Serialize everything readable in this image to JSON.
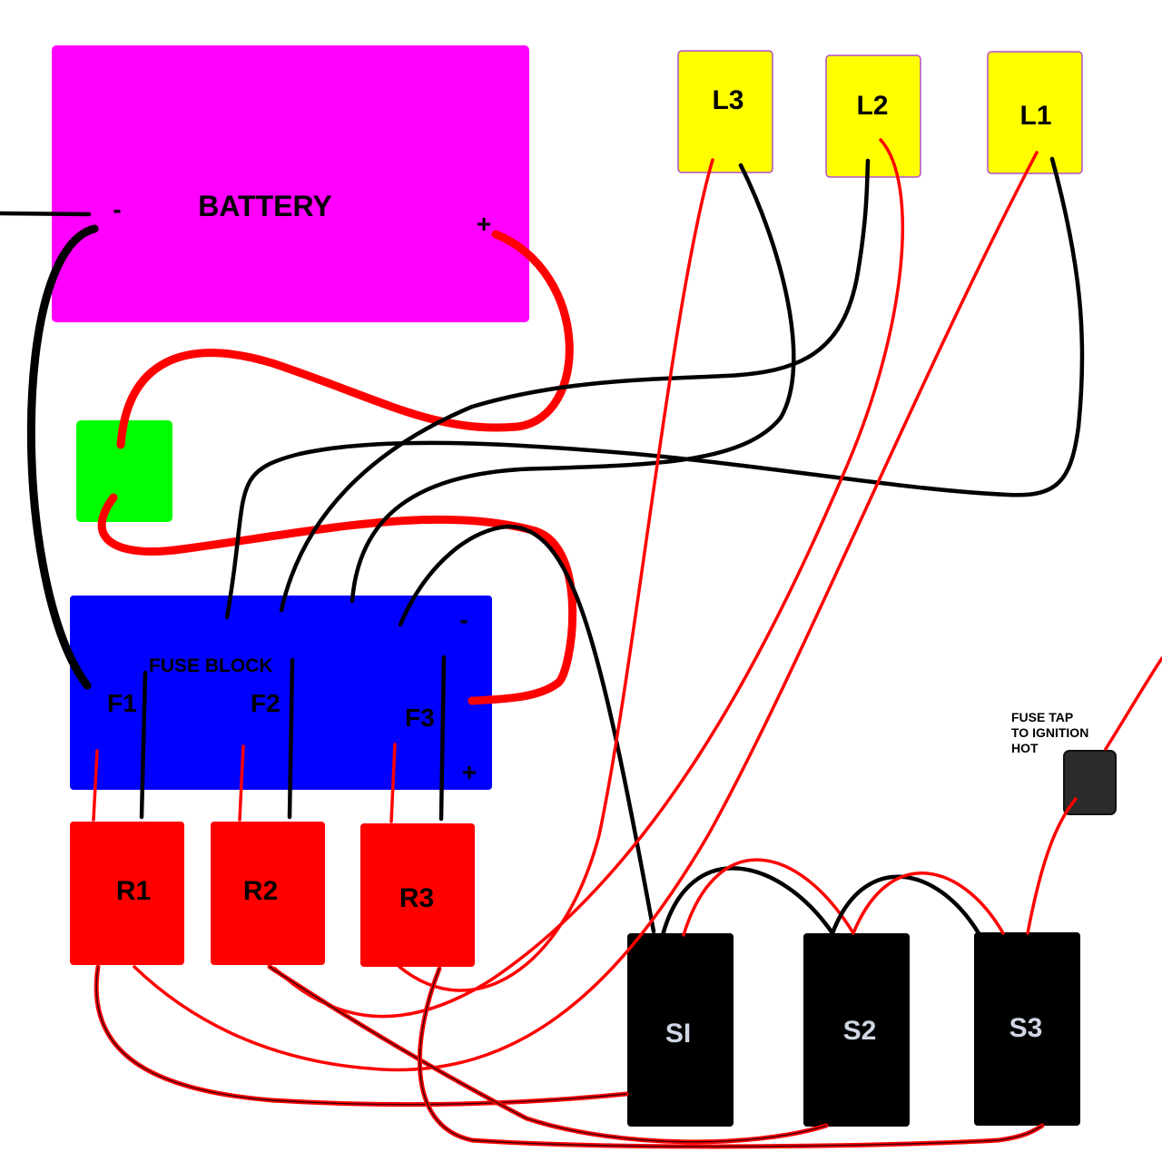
{
  "battery": {
    "label": "BATTERY",
    "neg": "-",
    "pos": "+"
  },
  "fuse_block": {
    "label": "FUSE BLOCK",
    "f1": "F1",
    "f2": "F2",
    "f3": "F3",
    "neg": "-",
    "pos": "+"
  },
  "relays": [
    "R1",
    "R2",
    "R3"
  ],
  "lights": [
    "L3",
    "L2",
    "L1"
  ],
  "switches": [
    "SI",
    "S2",
    "S3"
  ],
  "fuse_tap": {
    "line1": "FUSE TAP",
    "line2": "TO IGNITION",
    "line3": "HOT"
  },
  "colors": {
    "battery": "#ff00ff",
    "breaker": "#00ff00",
    "fuse_block": "#0000ff",
    "relay": "#ff0000",
    "light": "#ffff00",
    "switch": "#000000",
    "fuse_tap": "#2b2b2b",
    "wire_positive": "#ff0000",
    "wire_ground": "#000000"
  }
}
